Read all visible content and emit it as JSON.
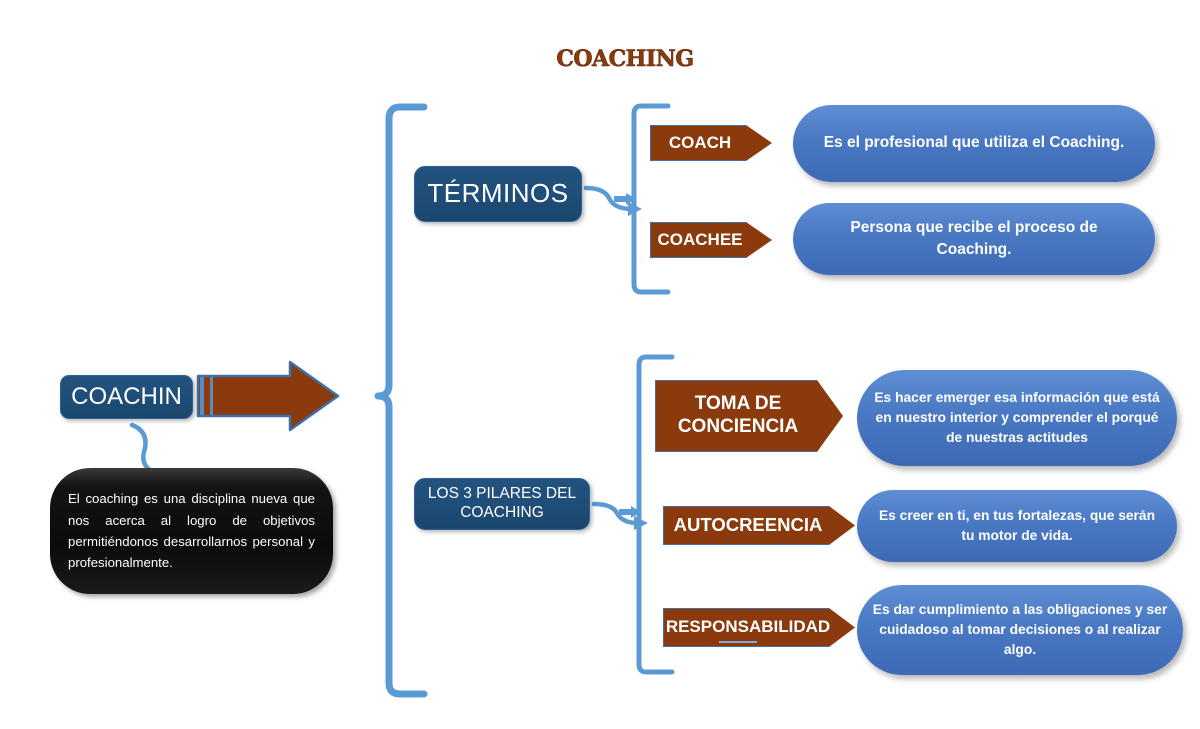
{
  "title": "Coaching",
  "root": {
    "label": "COACHIN",
    "definition": "El coaching es una disciplina nueva que nos acerca al logro de objetivos permitiéndonos desarrollarnos personal y profesionalmente."
  },
  "branches": [
    {
      "label": "TÉRMINOS",
      "items": [
        {
          "label": "COACH",
          "description": "Es el profesional que utiliza el Coaching."
        },
        {
          "label": "COACHEE",
          "description": "Persona que recibe el proceso de Coaching."
        }
      ]
    },
    {
      "label": "LOS 3 PILARES DEL COACHING",
      "items": [
        {
          "label": "TOMA DE CONCIENCIA",
          "description": "Es hacer emerger esa información que está en nuestro interior y comprender el porqué de nuestras actitudes"
        },
        {
          "label": "AUTOCREENCIA",
          "description": "Es creer en ti, en tus fortalezas, que serán tu motor de vida."
        },
        {
          "label": "RESPONSABILIDAD",
          "description": "Es dar cumplimiento a las obligaciones y ser cuidadoso al tomar decisiones o al realizar algo."
        }
      ]
    }
  ],
  "colors": {
    "title_brown": "#8a3a0c",
    "chevron_brown": "#8a3a0c",
    "navy_box": "#1f4e79",
    "pill_blue": "#4a79c4",
    "connector_blue": "#5b9bd5",
    "card_black": "#0b0b0b"
  }
}
